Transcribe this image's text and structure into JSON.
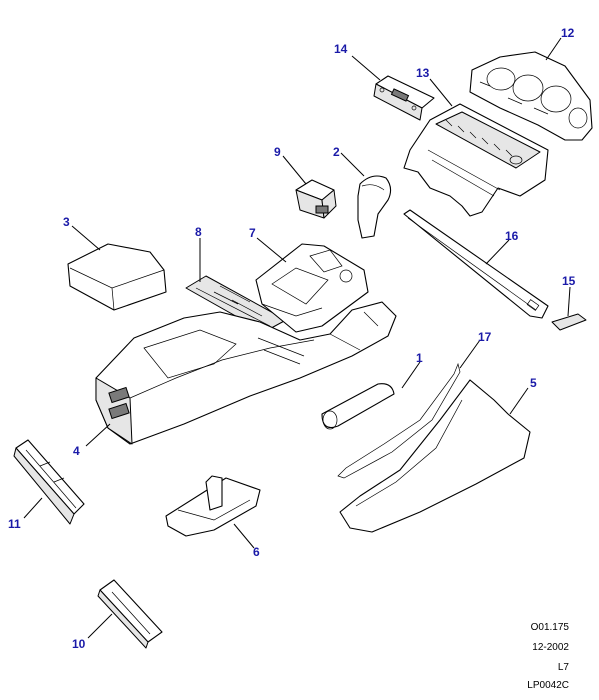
{
  "diagram": {
    "callouts": [
      {
        "id": "1",
        "part": "handbrake-grip"
      },
      {
        "id": "2",
        "part": "gear-knob"
      },
      {
        "id": "3",
        "part": "armrest-lid"
      },
      {
        "id": "4",
        "part": "centre-console"
      },
      {
        "id": "5",
        "part": "side-panel"
      },
      {
        "id": "6",
        "part": "gear-boot"
      },
      {
        "id": "7",
        "part": "console-top-panel"
      },
      {
        "id": "8",
        "part": "hinged-flap"
      },
      {
        "id": "9",
        "part": "cup-holder"
      },
      {
        "id": "10",
        "part": "small-tray"
      },
      {
        "id": "11",
        "part": "storage-tray"
      },
      {
        "id": "12",
        "part": "instrument-surround"
      },
      {
        "id": "13",
        "part": "fascia-switch-panel"
      },
      {
        "id": "14",
        "part": "radio-unit"
      },
      {
        "id": "15",
        "part": "end-cap"
      },
      {
        "id": "16",
        "part": "trim-strip"
      },
      {
        "id": "17",
        "part": "seal-strip"
      }
    ],
    "references": {
      "line1": "O01.175",
      "line2": "12-2002",
      "line3": "L7",
      "line4": "LP0042C"
    }
  }
}
